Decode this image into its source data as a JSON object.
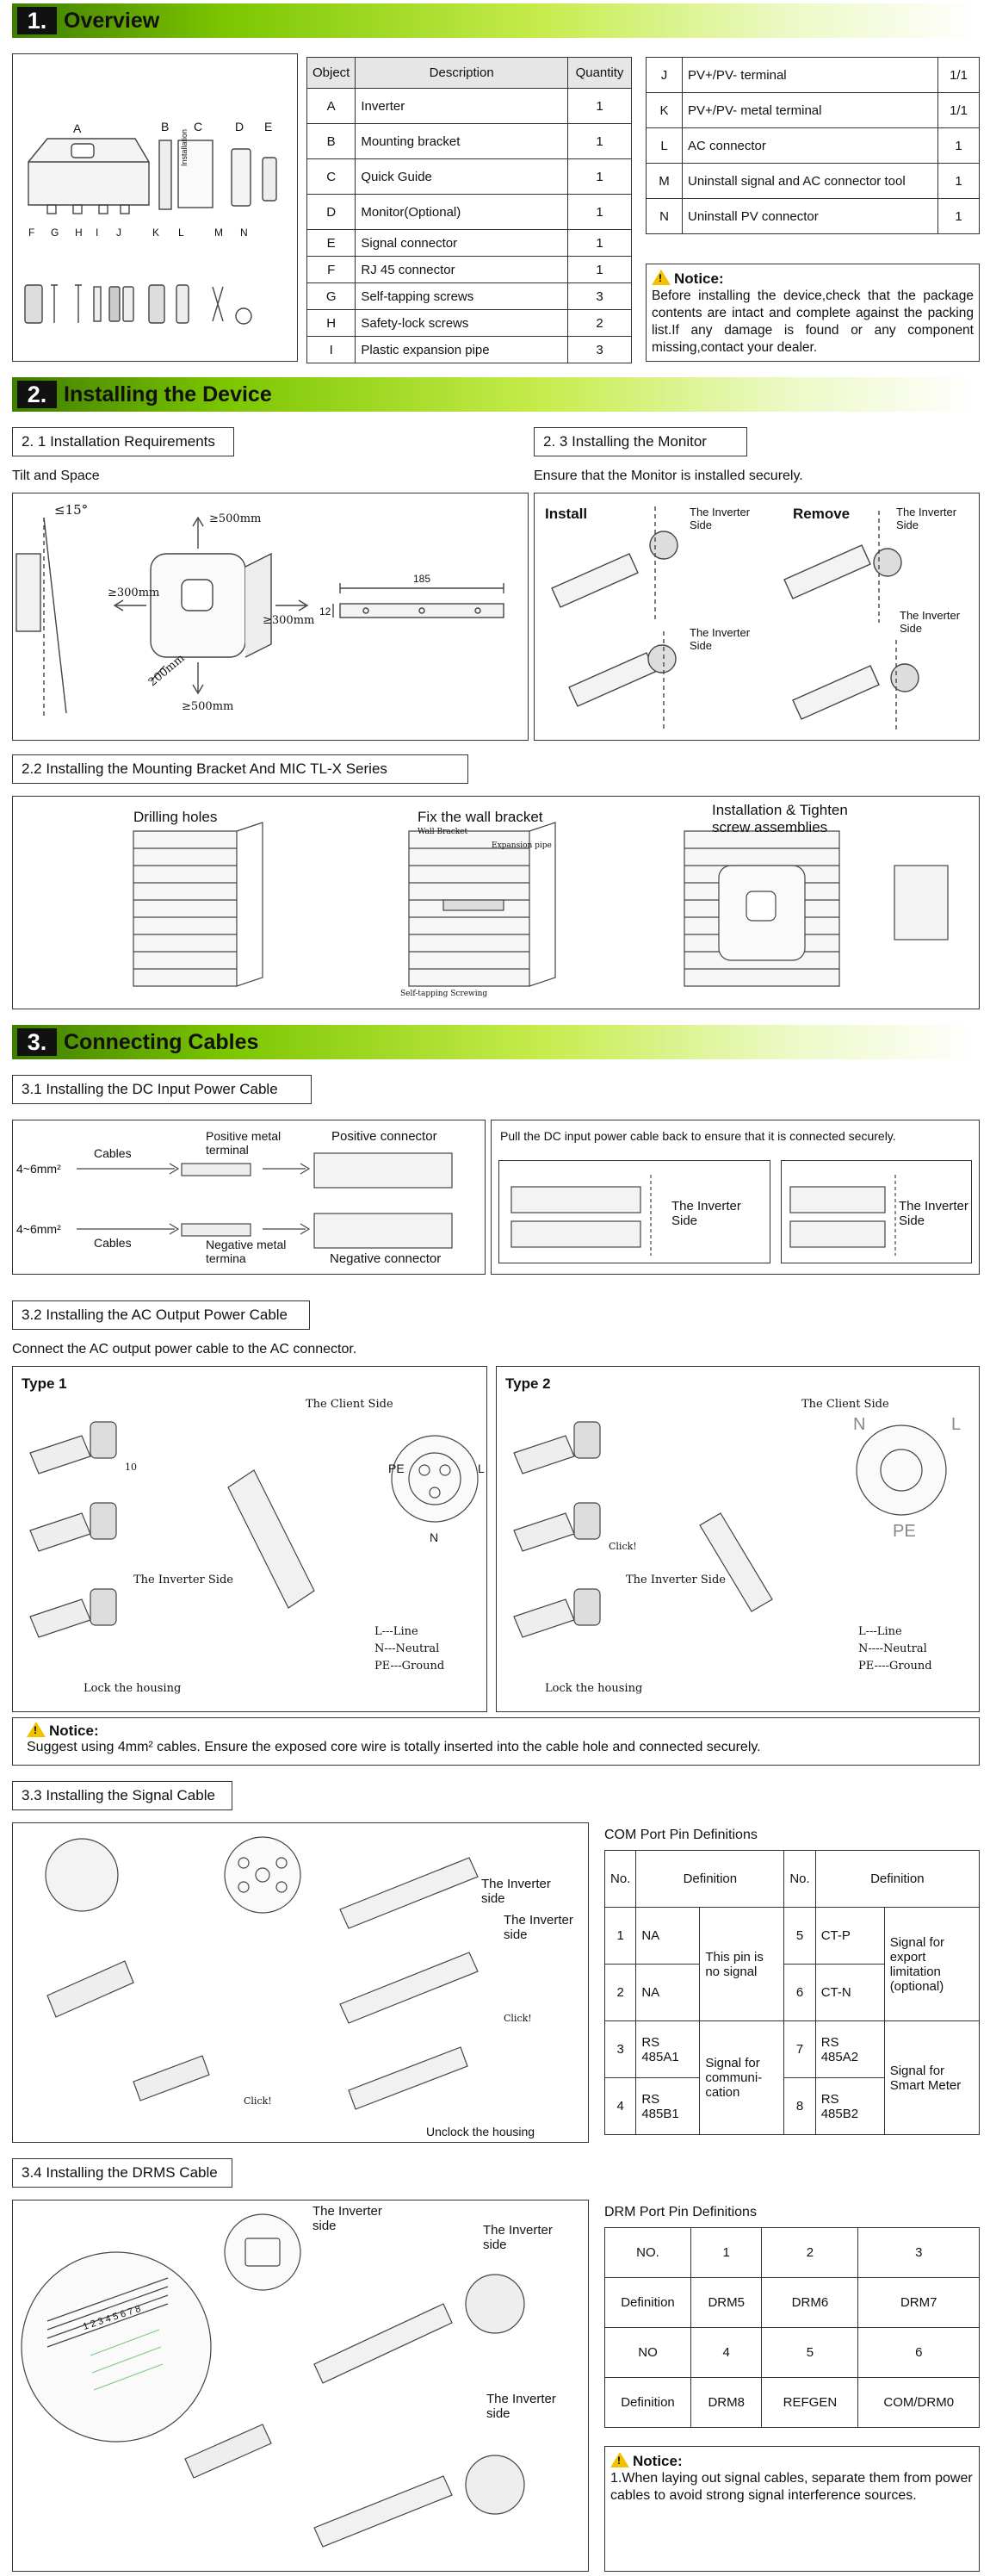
{
  "sec1": {
    "num": "1.",
    "title": "Overview"
  },
  "objects_table": {
    "headers": [
      "Object",
      "Description",
      "Quantity"
    ],
    "rows": [
      [
        "A",
        "Inverter",
        "1"
      ],
      [
        "B",
        "Mounting bracket",
        "1"
      ],
      [
        "C",
        "Quick Guide",
        "1"
      ],
      [
        "D",
        "Monitor(Optional)",
        "1"
      ],
      [
        "E",
        "Signal connector",
        "1"
      ],
      [
        "F",
        "RJ 45 connector",
        "1"
      ],
      [
        "G",
        "Self-tapping screws",
        "3"
      ],
      [
        "H",
        "Safety-lock screws",
        "2"
      ],
      [
        "I",
        "Plastic expansion pipe",
        "3"
      ]
    ]
  },
  "objects_table2": {
    "rows": [
      [
        "J",
        "PV+/PV- terminal",
        "1/1"
      ],
      [
        "K",
        "PV+/PV- metal terminal",
        "1/1"
      ],
      [
        "L",
        "AC connector",
        "1"
      ],
      [
        "M",
        "Uninstall signal and AC connector tool",
        "1"
      ],
      [
        "N",
        "Uninstall PV connector",
        "1"
      ]
    ]
  },
  "parts_letters": {
    "top": [
      "A",
      "B",
      "C",
      "D",
      "E"
    ],
    "bottom": [
      "F",
      "G",
      "H",
      "I",
      "J",
      "K",
      "L",
      "M",
      "N"
    ],
    "guide_label": "Installation"
  },
  "notice1": {
    "title": "Notice:",
    "text": "Before installing the device,check that the package contents are intact and complete against the packing list.If any damage is found or any component missing,contact your dealer."
  },
  "sec2": {
    "num": "2.",
    "title": "Installing the Device"
  },
  "s21": {
    "title": "2. 1 Installation Requirements",
    "subtitle": "Tilt and Space",
    "angle": "≤15°",
    "top": "≥500mm",
    "left": "≥300mm",
    "right": "≥300mm",
    "front": "200mm",
    "bottom": "≥500mm",
    "bracket_w": "185",
    "bracket_h": "12"
  },
  "s23": {
    "title": "2. 3  Installing  the  Monitor",
    "subtitle": "Ensure that the Monitor is installed securely.",
    "install": "Install",
    "remove": "Remove",
    "inverter_side": "The Inverter Side"
  },
  "s22": {
    "title": "2.2 Installing the Mounting Bracket And MIC TL-X Series",
    "drill": "Drilling holes",
    "fix": "Fix the wall bracket",
    "fix_wall": "Wall Bracket",
    "fix_pipe": "Expansion pipe",
    "fix_screw": "Self-tapping Screwing",
    "tighten": "Installation & Tighten screw assemblies"
  },
  "sec3": {
    "num": "3.",
    "title": "Connecting Cables"
  },
  "s31": {
    "title": "3.1  Installing the DC Input Power Cable",
    "size1": "4~6mm²",
    "size2": "4~6mm²",
    "cables1": "Cables",
    "cables2": "Cables",
    "pos_terminal": "Positive metal terminal",
    "neg_terminal": "Negative metal termina",
    "pos_conn": "Positive connector",
    "neg_conn": "Negative connector",
    "pull": "Pull the DC input power cable back to ensure that it is connected securely.",
    "inv_side": "The Inverter Side"
  },
  "s32": {
    "title": "3.2  Installing the AC Output Power Cable",
    "subtitle": "Connect the AC output power cable to the AC connector.",
    "type1": "Type 1",
    "type2": "Type 2",
    "client_side": "The Client Side",
    "inverter_side": "The Inverter Side",
    "lock": "Lock the housing",
    "len": "10",
    "pe": "PE",
    "l": "L",
    "n": "N",
    "legend1": [
      "L---Line",
      "N---Neutral",
      "PE---Ground"
    ],
    "legend2": [
      "L---Line",
      "N----Neutral",
      "PE----Ground"
    ],
    "click": "Click!"
  },
  "notice2": {
    "title": "Notice:",
    "text": "Suggest using 4mm² cables. Ensure the exposed core wire is totally inserted into the cable hole and connected securely."
  },
  "s33": {
    "title": "3.3  Installing the Signal Cable",
    "inv_side": "The Inverter side",
    "unlock": "Unclock the housing",
    "click": "Click!"
  },
  "com": {
    "title": "COM Port Pin Definitions",
    "headers": [
      "No.",
      "Definition",
      "No.",
      "Definition"
    ],
    "rows": [
      [
        "1",
        "NA",
        "5",
        "CT-P"
      ],
      [
        "2",
        "NA",
        "6",
        "CT-N"
      ],
      [
        "3",
        "RS 485A1",
        "7",
        "RS 485A2"
      ],
      [
        "4",
        "RS 485B1",
        "8",
        "RS 485B2"
      ]
    ],
    "no_signal": "This pin is no signal",
    "export": "Signal for export limitation (optional)",
    "comm": "Signal for communi- cation",
    "smart": "Signal for Smart Meter"
  },
  "s34": {
    "title": "3.4  Installing the DRMS Cable",
    "inv_side": "The Inverter side",
    "pins": "12345678"
  },
  "drm": {
    "title": "DRM Port Pin Definitions",
    "rows": [
      [
        "NO.",
        "1",
        "2",
        "3"
      ],
      [
        "Definition",
        "DRM5",
        "DRM6",
        "DRM7"
      ],
      [
        "NO",
        "4",
        "5",
        "6"
      ],
      [
        "Definition",
        "DRM8",
        "REFGEN",
        "COM/DRM0"
      ]
    ]
  },
  "notice3": {
    "title": "Notice:",
    "text": "1.When laying out signal cables, separate them from power cables to avoid strong signal interference sources."
  },
  "colors": {
    "banner_dark": "#3f7d00",
    "banner_mid": "#7bc600",
    "warning": "#f2c200"
  }
}
